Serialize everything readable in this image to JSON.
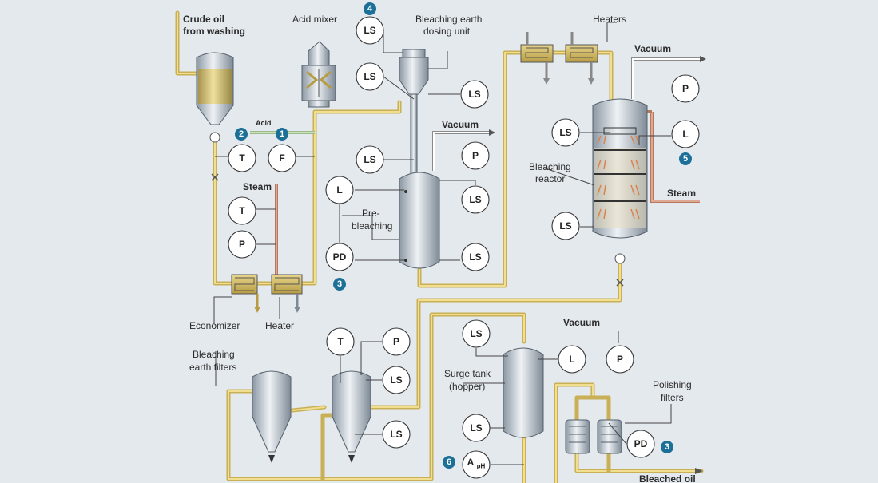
{
  "labels": {
    "crude_oil_1": "Crude oil",
    "crude_oil_2": "from washing",
    "acid_mixer": "Acid mixer",
    "acid": "Acid",
    "bleaching_earth_1": "Bleaching earth",
    "bleaching_earth_2": "dosing unit",
    "heaters": "Heaters",
    "vacuum_top_right": "Vacuum",
    "vacuum_mid": "Vacuum",
    "vacuum_bottom": "Vacuum",
    "steam_left": "Steam",
    "steam_right": "Steam",
    "bleaching_reactor_1": "Bleaching",
    "bleaching_reactor_2": "reactor",
    "prebleaching_1": "Pre-",
    "prebleaching_2": "bleaching",
    "economizer": "Economizer",
    "heater": "Heater",
    "filters_1": "Bleaching",
    "filters_2": "earth filters",
    "surge_1": "Surge tank",
    "surge_2": "(hopper)",
    "polishing_1": "Polishing",
    "polishing_2": "filters",
    "bleached_oil": "Bleached oil"
  },
  "instruments": {
    "t1": "T",
    "f1": "F",
    "t2": "T",
    "p1": "P",
    "ls_top1": "LS",
    "ls_top2": "LS",
    "ls_top3": "LS",
    "ls_mid": "LS",
    "p_pre": "P",
    "l_pre": "L",
    "ls_pre1": "LS",
    "pd_pre": "PD",
    "ls_pre2": "LS",
    "p_vac": "P",
    "ls_r1": "LS",
    "l_r": "L",
    "ls_r2": "LS",
    "t_f": "T",
    "p_f": "P",
    "ls_f1": "LS",
    "ls_f2": "LS",
    "ls_s1": "LS",
    "l_s": "L",
    "p_s": "P",
    "ls_s2": "LS",
    "a_ph": "A",
    "ph_sub": "pH",
    "pd_pol": "PD"
  },
  "badges": {
    "b1": "1",
    "b2": "2",
    "b3": "3",
    "b4": "4",
    "b5": "5",
    "b6": "6",
    "b3b": "3"
  },
  "colors": {
    "background": "#e4e9ee",
    "oil_pipe": "#c9b056",
    "badge": "#1c6f97",
    "steam_pipe": "#b8785e"
  }
}
